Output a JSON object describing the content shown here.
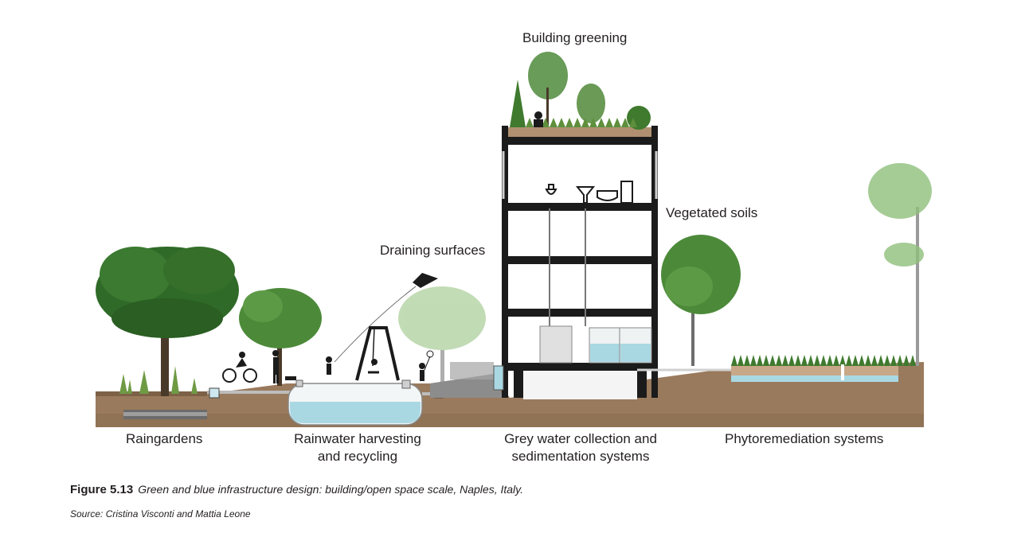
{
  "labels": {
    "building_greening": "Building greening",
    "vegetated_soils": "Vegetated soils",
    "draining_surfaces": "Draining surfaces",
    "raingardens": "Raingardens",
    "rainwater_line1": "Rainwater harvesting",
    "rainwater_line2": "and recycling",
    "greywater_line1": "Grey water collection and",
    "greywater_line2": "sedimentation systems",
    "phytoremediation": "Phytoremediation systems"
  },
  "caption": {
    "figure_number": "Figure 5.13",
    "text": "Green and blue infrastructure design: building/open space scale, Naples, Italy."
  },
  "source": "Source: Cristina Visconti and Mattia Leone",
  "colors": {
    "soil": "#9a7a5c",
    "soil_dark": "#7d6147",
    "water": "#a9d8e3",
    "tree_green": "#3f7a2e",
    "building": "#1b1b1b",
    "grass": "#5e8f3c"
  }
}
